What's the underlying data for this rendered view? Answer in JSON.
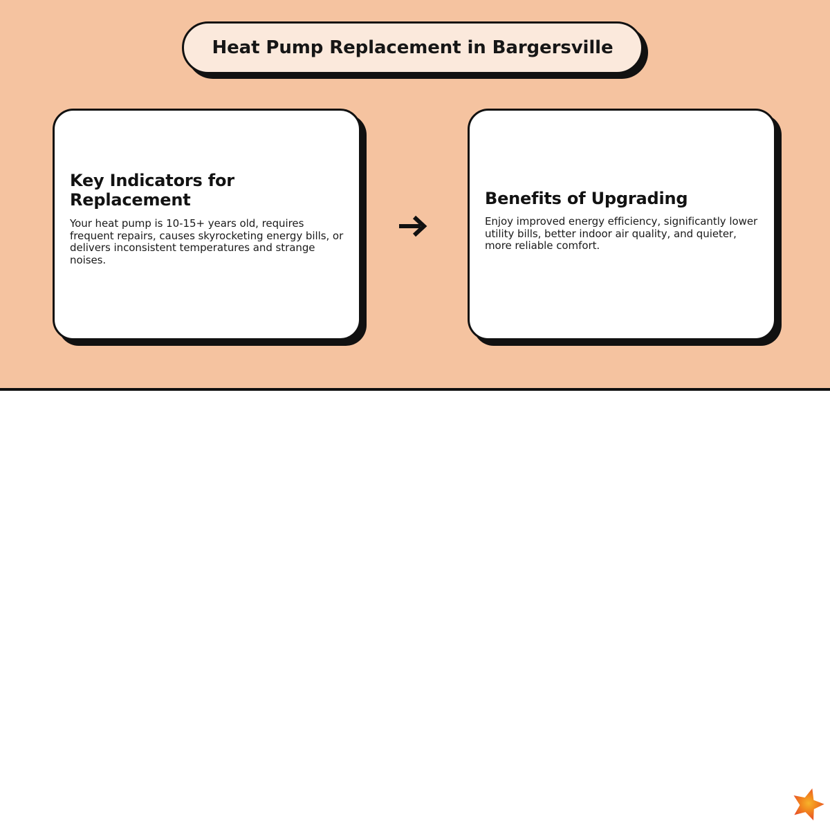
{
  "theme": {
    "background_color": "#F5C3A0",
    "card_background": "#FFFFFF",
    "title_pill_background": "#FBE9DC",
    "outline_color": "#111111",
    "footer_background": "#FFFFFF",
    "star_center_color": "#F5A623",
    "star_edge_color": "#E8452B"
  },
  "header": {
    "title": "Heat Pump Replacement in Bargersville"
  },
  "cards": [
    {
      "heading": "Key Indicators for Replacement",
      "body": "Your heat pump is 10-15+ years old, requires frequent repairs, causes skyrocketing energy bills, or delivers inconsistent temperatures and strange noises."
    },
    {
      "heading": "Benefits of Upgrading",
      "body": "Enjoy improved energy efficiency, significantly lower utility bills, better indoor air quality, and quieter, more reliable comfort."
    }
  ],
  "connector": {
    "icon": "arrow-right-icon",
    "glyph": "→"
  },
  "footer": {
    "logo_icon": "star-logo-icon"
  }
}
